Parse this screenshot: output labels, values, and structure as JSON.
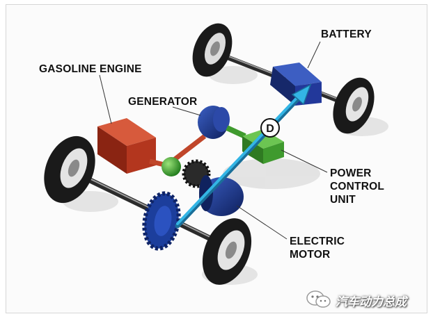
{
  "labels": {
    "battery": "BATTERY",
    "gasoline_engine": "GASOLINE ENGINE",
    "generator": "GENERATOR",
    "power_control_unit": [
      "POWER",
      "CONTROL",
      "UNIT"
    ],
    "electric_motor": [
      "ELECTRIC",
      "MOTOR"
    ],
    "pcu_marker": "D"
  },
  "watermark": {
    "text": "汽车动力总成"
  },
  "colors": {
    "engine": "#b8321e",
    "generator": "#1f3a8a",
    "battery": "#1f3a8a",
    "motor": "#1f3a8a",
    "pcu": "#3f9a2e",
    "gear": "#1c3e9c",
    "flow_arrow": "#29a7d6",
    "tire": "#1a1a1a"
  }
}
